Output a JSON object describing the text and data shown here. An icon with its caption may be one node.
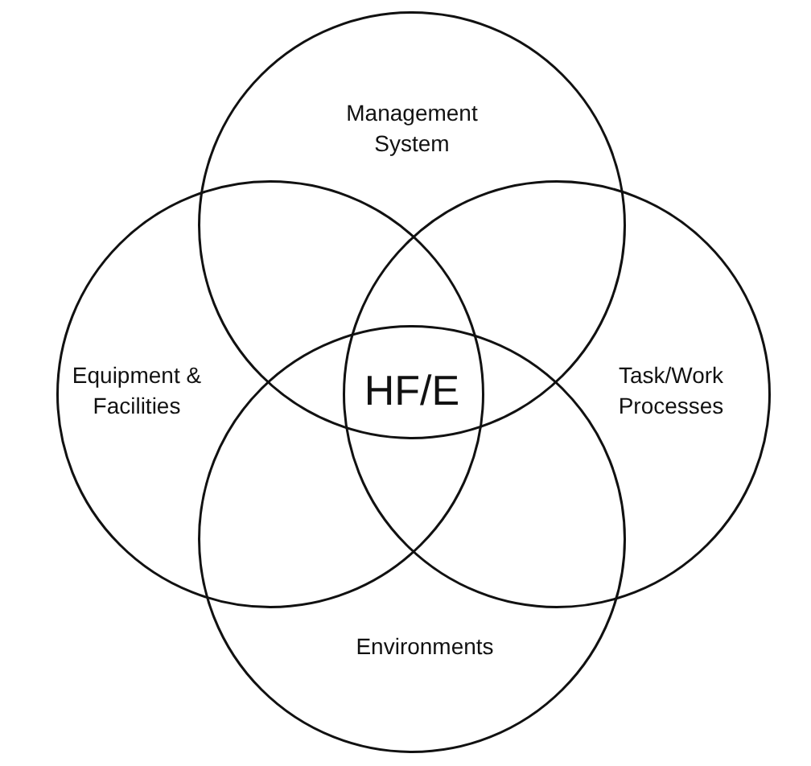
{
  "diagram": {
    "nodes": [
      {
        "text": [
          "Management System"
        ]
      },
      {
        "text": [
          "Equipment & Facilities"
        ]
      },
      {
        "text": [
          "Task/Work Processes"
        ]
      },
      {
        "text": [
          "Environments"
        ]
      }
    ],
    "labels": [
      "HF/E"
    ]
  }
}
